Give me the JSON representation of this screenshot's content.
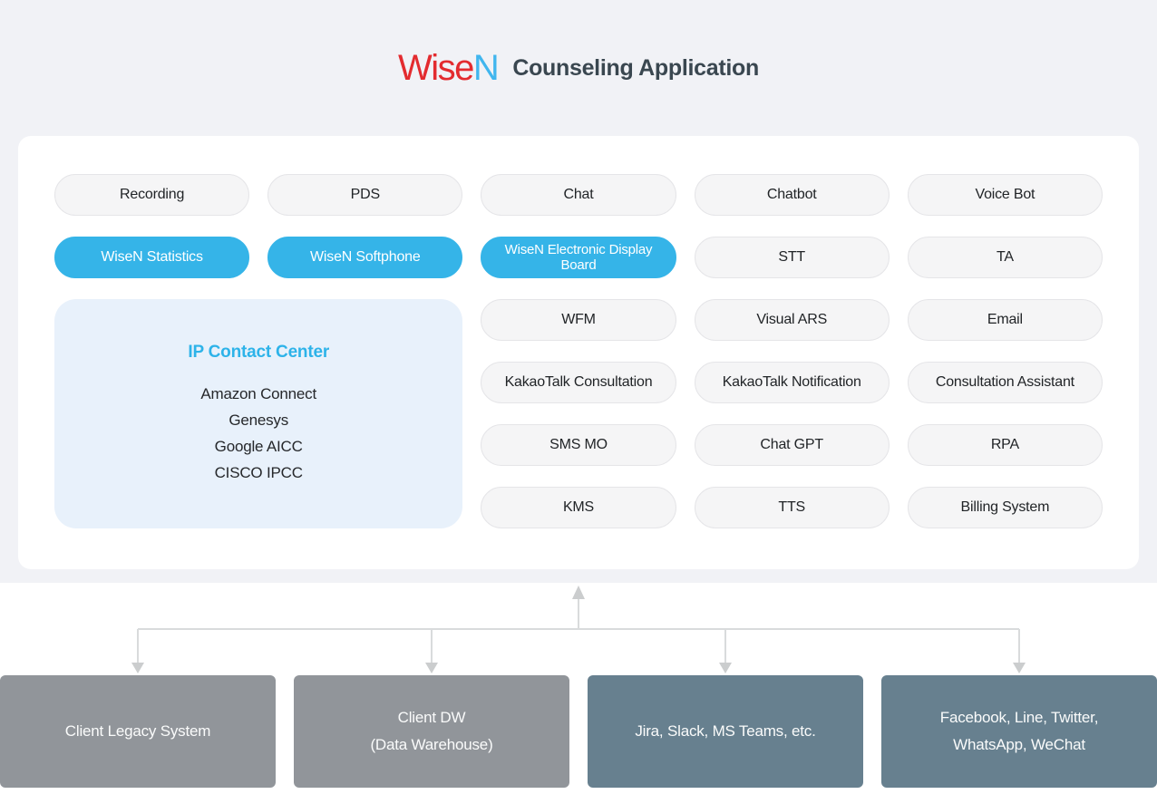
{
  "header": {
    "logo_primary": "Wise",
    "logo_accent": "N",
    "title": "Counseling Application"
  },
  "modules": {
    "row1": [
      "Recording",
      "PDS",
      "Chat",
      "Chatbot",
      "Voice Bot"
    ],
    "row2": [
      "WiseN Statistics",
      "WiseN Softphone",
      "WiseN Electronic Display Board",
      "STT",
      "TA"
    ],
    "grid": [
      "WFM",
      "Visual ARS",
      "Email",
      "KakaoTalk Consultation",
      "KakaoTalk Notification",
      "Consultation Assistant",
      "SMS MO",
      "Chat GPT",
      "RPA",
      "KMS",
      "TTS",
      "Billing System"
    ]
  },
  "ip_contact_center": {
    "title": "IP Contact Center",
    "items": [
      "Amazon Connect",
      "Genesys",
      "Google AICC",
      "CISCO IPCC"
    ]
  },
  "external_systems": [
    {
      "lines": [
        "Client Legacy System"
      ]
    },
    {
      "lines": [
        "Client DW",
        "(Data Warehouse)"
      ]
    },
    {
      "lines": [
        "Jira, Slack, MS Teams, etc."
      ]
    },
    {
      "lines": [
        "Facebook, Line, Twitter,",
        "WhatsApp, WeChat"
      ]
    }
  ],
  "colors": {
    "accent_blue": "#35b4e8",
    "logo_red": "#e32b2f",
    "logo_blue": "#41b6ee",
    "title_dark": "#3a4750",
    "hero_background": "#f1f2f6",
    "panel_blue": "#e8f1fb",
    "pill_background": "#f5f5f6",
    "box_gray": "#91959a",
    "box_slate": "#67808f",
    "arrow_gray": "#d6d8d9"
  }
}
